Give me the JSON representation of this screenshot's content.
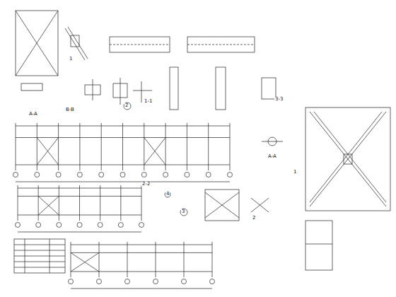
{
  "diagram": {
    "labels": [
      "A-A",
      "B-B",
      "1-1",
      "2-2",
      "3-3",
      "A-A",
      "1",
      "2",
      "3",
      "4",
      "1",
      "2"
    ]
  }
}
